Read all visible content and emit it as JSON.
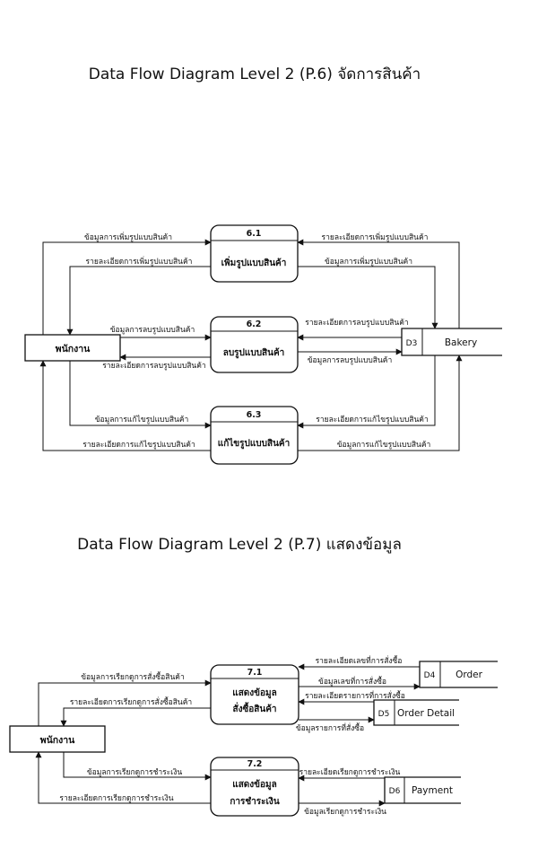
{
  "diagram6": {
    "title": "Data Flow Diagram Level 2 (P.6) จัดการสินค้า",
    "entity": "พนักงาน",
    "store": {
      "id": "D3",
      "name": "Bakery"
    },
    "processes": [
      {
        "id": "6.1",
        "name": "เพิ่มรูปแบบสินค้า"
      },
      {
        "id": "6.2",
        "name": "ลบรูปแบบสินค้า"
      },
      {
        "id": "6.3",
        "name": "แก้ไขรูปแบบสินค้า"
      }
    ],
    "flows": {
      "add_in": "ข้อมูลการเพิ่มรูปแบบสินค้า",
      "add_out": "รายละเอียดการเพิ่มรูปแบบสินค้า",
      "add_store_in": "ข้อมูลการเพิ่มรูปแบบสินค้า",
      "add_store_out": "รายละเอียดการเพิ่มรูปแบบสินค้า",
      "del_in": "ข้อมูลการลบรูปแบบสินค้า",
      "del_out": "รายละเอียดการลบรูปแบบสินค้า",
      "del_store_in": "ข้อมูลการลบรูปแบบสินค้า",
      "del_store_out": "รายละเอียดการลบรูปแบบสินค้า",
      "edit_in": "ข้อมูลการแก้ไขรูปแบบสินค้า",
      "edit_out": "รายละเอียดการแก้ไขรูปแบบสินค้า",
      "edit_store_in": "ข้อมูลการแก้ไขรูปแบบสินค้า",
      "edit_store_out": "รายละเอียดการแก้ไขรูปแบบสินค้า"
    }
  },
  "diagram7": {
    "title": "Data Flow Diagram Level 2 (P.7) แสดงข้อมูล",
    "entity": "พนักงาน",
    "stores": [
      {
        "id": "D4",
        "name": "Order"
      },
      {
        "id": "D5",
        "name": "Order Detail"
      },
      {
        "id": "D6",
        "name": "Payment"
      }
    ],
    "processes": [
      {
        "id": "7.1",
        "name_line1": "แสดงข้อมูล",
        "name_line2": "สั่งซื้อสินค้า"
      },
      {
        "id": "7.2",
        "name_line1": "แสดงข้อมูล",
        "name_line2": "การชำระเงิน"
      }
    ],
    "flows": {
      "order_req": "ข้อมูลการเรียกดูการสั่งซื้อสินค้า",
      "order_res": "รายละเอียดการเรียกดูการสั่งซื้อสินค้า",
      "order_from_d4": "รายละเอียดเลขที่การสั่งซื้อ",
      "order_to_d4": "ข้อมูลเลขที่การสั่งซื้อ",
      "order_from_d5": "รายละเอียดรายการที่การสั่งซื้อ",
      "order_to_d5": "ข้อมูลรายการที่สั่งซื้อ",
      "pay_req": "ข้อมูลการเรียกดูการชำระเงิน",
      "pay_res": "รายละเอียดการเรียกดูการชำระเงิน",
      "pay_from_d6": "รายละเอียดเรียกดูการชำระเงิน",
      "pay_to_d6": "ข้อมูลเรียกดูการชำระเงิน"
    }
  }
}
